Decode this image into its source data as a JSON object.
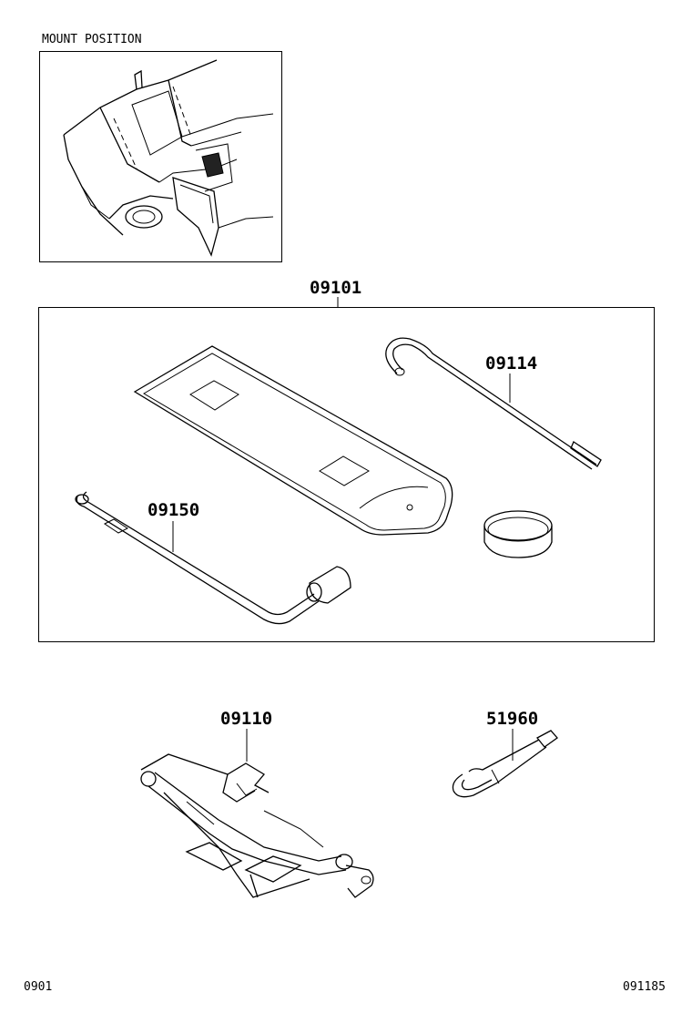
{
  "mount": {
    "caption": "MOUNT POSITION"
  },
  "parts": {
    "kit": "09101",
    "hook": "09114",
    "wrench": "09150",
    "jack": "09110",
    "eye_bolt": "51960"
  },
  "footer": {
    "left": "0901",
    "right": "091185"
  }
}
